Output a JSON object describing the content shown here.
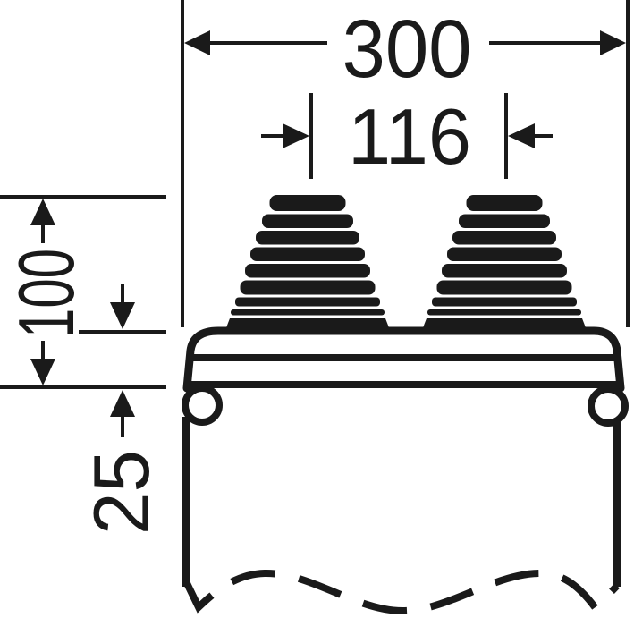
{
  "drawing": {
    "kind": "enclosure-front-view-dimension-drawing",
    "background_color": "#ffffff",
    "line_color": "#1a1a1a",
    "dimensions": {
      "overall_width": "300",
      "entry_spacing": "116",
      "upper_height": "100",
      "cover_height": "25"
    }
  }
}
